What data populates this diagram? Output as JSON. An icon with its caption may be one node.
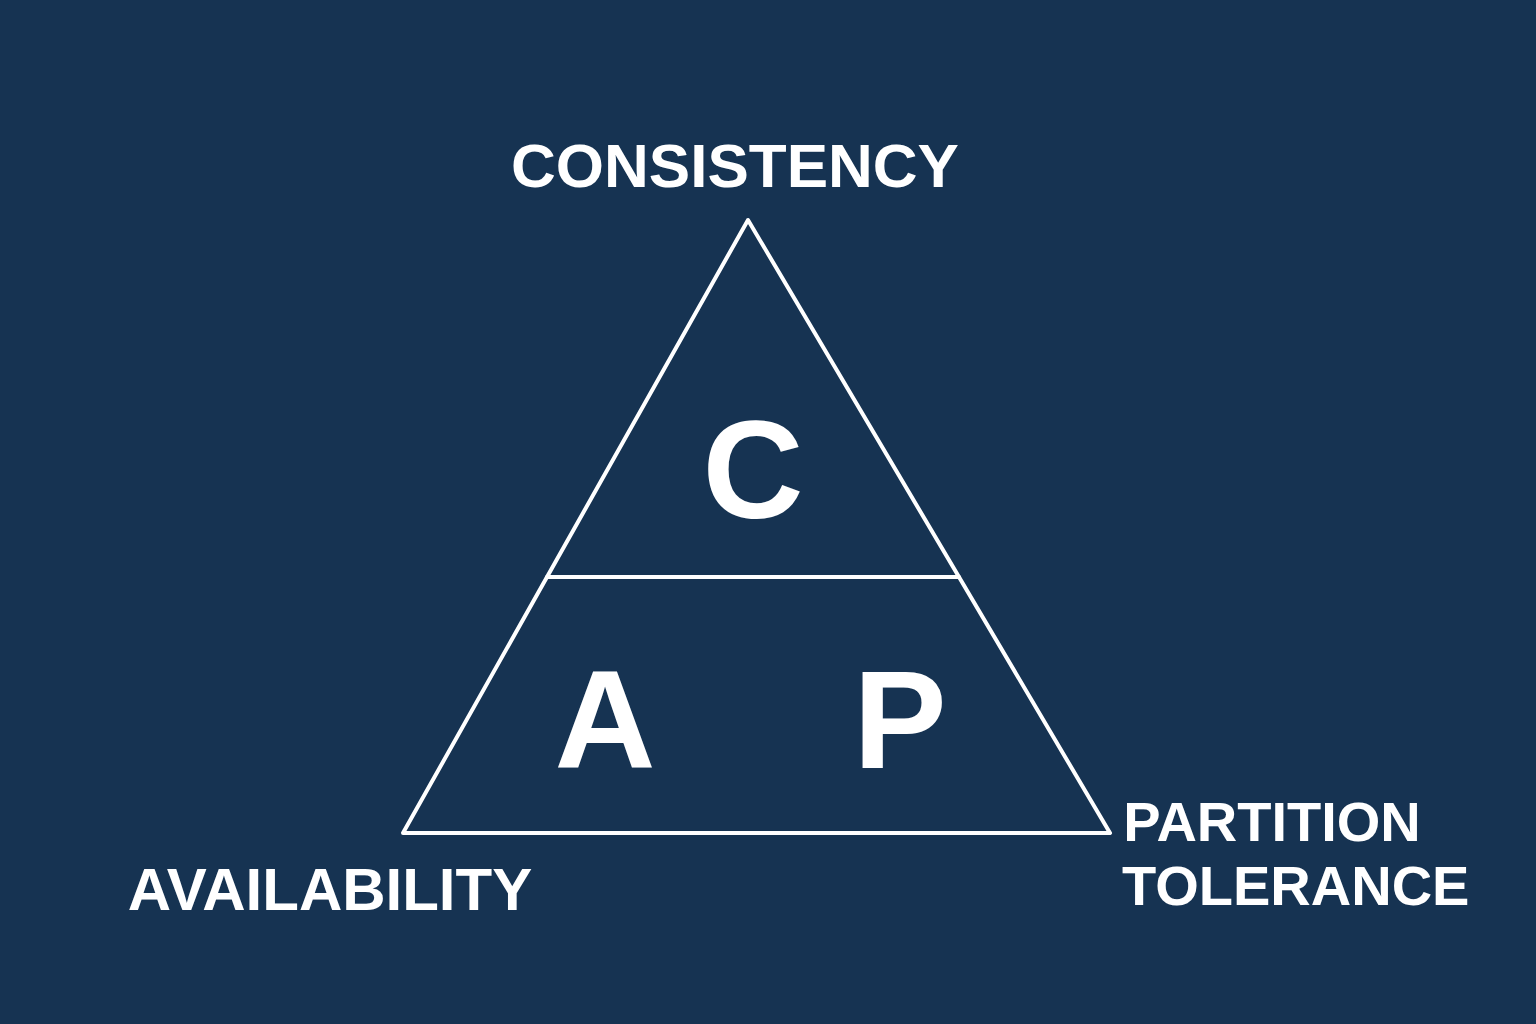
{
  "diagram": {
    "nodes": [
      {
        "text": [
          "C"
        ]
      },
      {
        "text": [
          "A",
          "P"
        ]
      }
    ],
    "labels": [
      "CONSISTENCY",
      "AVAILABILITY",
      "PARTITION TOLERANCE"
    ]
  }
}
